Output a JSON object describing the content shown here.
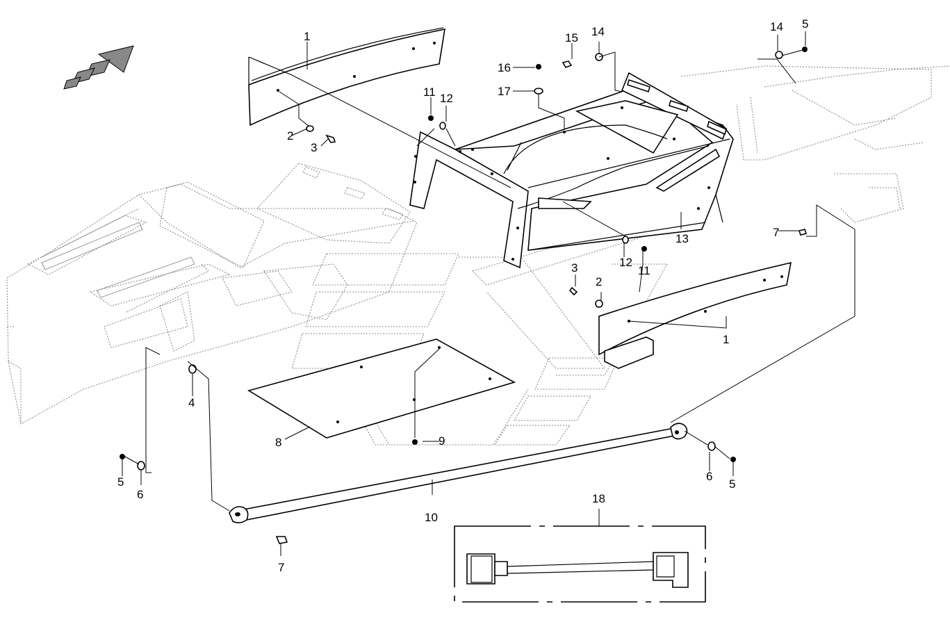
{
  "diagram": {
    "callouts": [
      {
        "id": "c1a",
        "text": "1"
      },
      {
        "id": "c1b",
        "text": "1"
      },
      {
        "id": "c2a",
        "text": "2"
      },
      {
        "id": "c2b",
        "text": "2"
      },
      {
        "id": "c3a",
        "text": "3"
      },
      {
        "id": "c3b",
        "text": "3"
      },
      {
        "id": "c4",
        "text": "4"
      },
      {
        "id": "c5a",
        "text": "5"
      },
      {
        "id": "c5b",
        "text": "5"
      },
      {
        "id": "c5c",
        "text": "5"
      },
      {
        "id": "c6a",
        "text": "6"
      },
      {
        "id": "c6b",
        "text": "6"
      },
      {
        "id": "c7a",
        "text": "7"
      },
      {
        "id": "c7b",
        "text": "7"
      },
      {
        "id": "c8",
        "text": "8"
      },
      {
        "id": "c9",
        "text": "9"
      },
      {
        "id": "c10",
        "text": "10"
      },
      {
        "id": "c11a",
        "text": "11"
      },
      {
        "id": "c11b",
        "text": "11"
      },
      {
        "id": "c12a",
        "text": "12"
      },
      {
        "id": "c12b",
        "text": "12"
      },
      {
        "id": "c13",
        "text": "13"
      },
      {
        "id": "c14a",
        "text": "14"
      },
      {
        "id": "c14b",
        "text": "14"
      },
      {
        "id": "c15",
        "text": "15"
      },
      {
        "id": "c16",
        "text": "16"
      },
      {
        "id": "c17",
        "text": "17"
      },
      {
        "id": "c18",
        "text": "18"
      }
    ]
  }
}
